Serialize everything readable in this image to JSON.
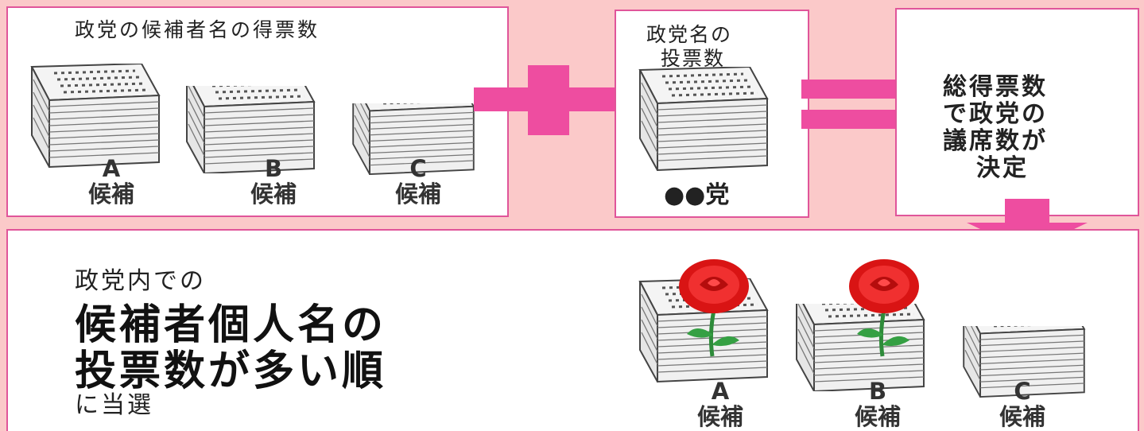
{
  "colors": {
    "background": "#fbc9c9",
    "accent_pink": "#ee4da0",
    "border": "#e0559a",
    "rose": "#e01b1b",
    "stem": "#2e8b3a"
  },
  "top_left": {
    "title": "政党の候補者名の得票数",
    "candidates": [
      {
        "letter": "A",
        "label": "候補"
      },
      {
        "letter": "B",
        "label": "候補"
      },
      {
        "letter": "C",
        "label": "候補"
      }
    ]
  },
  "plus_icon": "plus-icon",
  "party_box": {
    "title_line1": "政党名の",
    "title_line2": "投票数",
    "party_label": "●●党"
  },
  "equals_icon": "equals-icon",
  "total_box": {
    "lines": [
      "総得票数",
      "で政党の",
      "議席数が",
      "決定"
    ]
  },
  "arrow_icon": "down-arrow-icon",
  "result": {
    "line1": "政党内での",
    "line2": "候補者個人名の",
    "line3": "投票数が多い順",
    "line4": "に当選",
    "candidates": [
      {
        "letter": "A",
        "label": "候補",
        "elected": true
      },
      {
        "letter": "B",
        "label": "候補",
        "elected": true
      },
      {
        "letter": "C",
        "label": "候補",
        "elected": false
      }
    ]
  }
}
